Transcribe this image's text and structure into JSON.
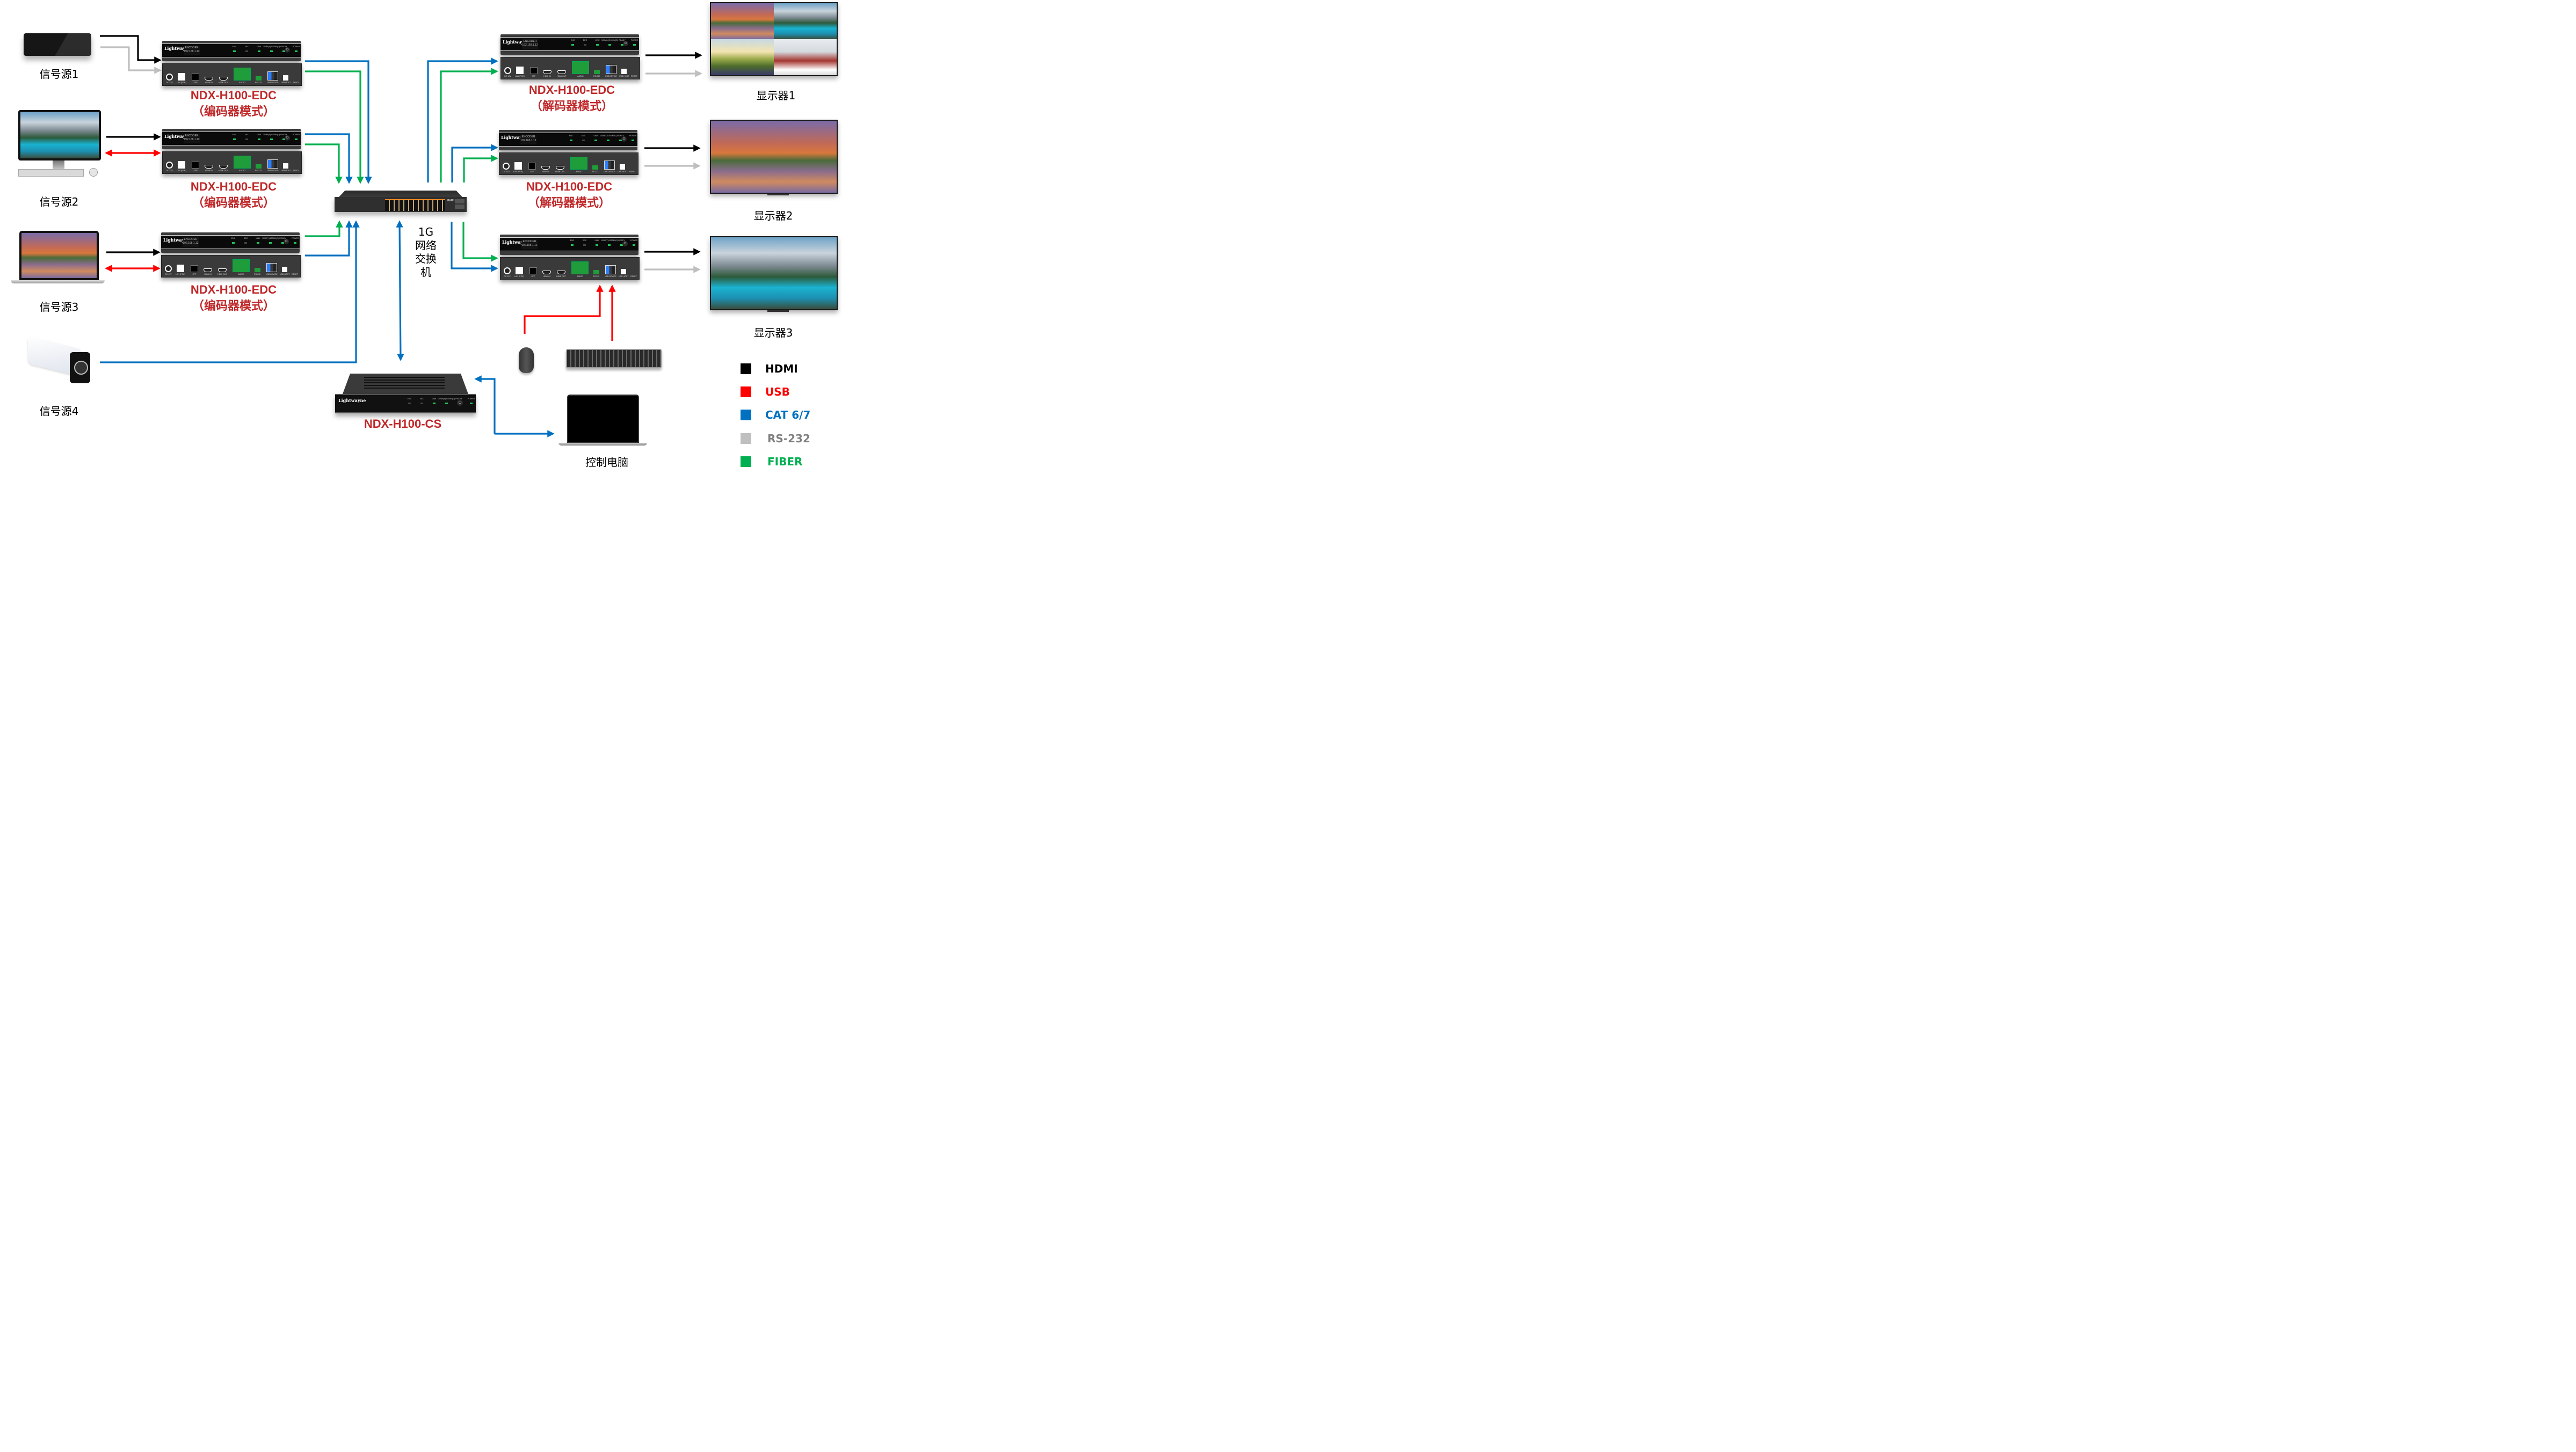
{
  "diagram": {
    "title": "NDX-H100 network AV over IP topology",
    "background": "#FFFFFF"
  },
  "colors": {
    "hdmi": "#000000",
    "usb": "#FF0000",
    "cat": "#0070C0",
    "rs232": "#BFBFBF",
    "rs232_text": "#7F7F7F",
    "fiber": "#00B050",
    "model_label": "#C0282A",
    "led_on": "#22C55E"
  },
  "sources": [
    {
      "id": "src1",
      "label": "信号源1",
      "device": "set-top box"
    },
    {
      "id": "src2",
      "label": "信号源2",
      "device": "desktop computer"
    },
    {
      "id": "src3",
      "label": "信号源3",
      "device": "laptop"
    },
    {
      "id": "src4",
      "label": "信号源4",
      "device": "IP camera"
    }
  ],
  "encoders": [
    {
      "id": "enc1",
      "model": "NDX-H100-EDC",
      "mode": "（编码器模式）"
    },
    {
      "id": "enc2",
      "model": "NDX-H100-EDC",
      "mode": "（编码器模式）"
    },
    {
      "id": "enc3",
      "model": "NDX-H100-EDC",
      "mode": "（编码器模式）"
    }
  ],
  "decoders": [
    {
      "id": "dec1",
      "model": "NDX-H100-EDC",
      "mode": "（解码器模式）"
    },
    {
      "id": "dec2",
      "model": "NDX-H100-EDC",
      "mode": "（解码器模式）"
    },
    {
      "id": "dec3",
      "model": "NDX-H100-EDC",
      "mode": "（解码器模式）"
    }
  ],
  "ndx_unit": {
    "brand": "Lightwayne",
    "brand_cn": "莱特晨恩",
    "lcd_line1": "ENCODER",
    "lcd_line2": "192.168.1.12",
    "leds": [
      {
        "label": "ENC",
        "on": true
      },
      {
        "label": "DEC",
        "on": false
      },
      {
        "label": "LINK",
        "on": true
      },
      {
        "label": "100M(Y)/1000M(G)",
        "on": true
      },
      {
        "label": "READY",
        "on": true
      },
      {
        "label": "POWER",
        "on": true
      }
    ],
    "rear_ports": [
      "DC 12V",
      "LAN (POE)",
      "SFP",
      "HDMI IN",
      "HDMI OUT",
      "AUDIO",
      "RS-232",
      "USB DEVICE",
      "USB HOST",
      "RESET"
    ],
    "audio_pins": [
      "L+",
      "⏚",
      "L-",
      "R+",
      "⏚",
      "R-"
    ],
    "audio_rows": [
      "OUT",
      "IN"
    ],
    "rs232_pins": [
      "TX",
      "⏚",
      "RX"
    ],
    "usb_device_ports": [
      "1",
      "2"
    ]
  },
  "switch": {
    "brand": "MAIPU",
    "label_lines": [
      "1G",
      "网络",
      "交换",
      "机"
    ]
  },
  "controller": {
    "model": "NDX-H100-CS",
    "brand": "Lightwayne",
    "leds": [
      {
        "label": "ENC",
        "on": false
      },
      {
        "label": "DEC",
        "on": false
      },
      {
        "label": "LINK",
        "on": true
      },
      {
        "label": "100M(Y)/1000M(G)",
        "on": true
      },
      {
        "label": "READY",
        "on": true
      },
      {
        "label": "POWER",
        "on": true
      }
    ]
  },
  "control_pc": {
    "label": "控制电脑"
  },
  "peripherals": [
    {
      "id": "mouse",
      "device": "mouse"
    },
    {
      "id": "keyboard",
      "device": "keyboard"
    }
  ],
  "displays": [
    {
      "id": "disp1",
      "label": "显示器1",
      "content": "2x2 video wall"
    },
    {
      "id": "disp2",
      "label": "显示器2",
      "content": "single image"
    },
    {
      "id": "disp3",
      "label": "显示器3",
      "content": "single image"
    }
  ],
  "legend": [
    {
      "key": "hdmi",
      "label": "HDMI"
    },
    {
      "key": "usb",
      "label": "USB"
    },
    {
      "key": "cat",
      "label": "CAT 6/7"
    },
    {
      "key": "rs232",
      "label": "RS-232"
    },
    {
      "key": "fiber",
      "label": "FIBER"
    }
  ],
  "connections": [
    {
      "from": "src1",
      "to": "enc1",
      "type": "hdmi",
      "dir": "forward"
    },
    {
      "from": "src1",
      "to": "enc1",
      "type": "rs232",
      "dir": "forward"
    },
    {
      "from": "src2",
      "to": "enc2",
      "type": "hdmi",
      "dir": "forward"
    },
    {
      "from": "src2",
      "to": "enc2",
      "type": "usb",
      "dir": "both"
    },
    {
      "from": "src3",
      "to": "enc3",
      "type": "hdmi",
      "dir": "forward"
    },
    {
      "from": "src3",
      "to": "enc3",
      "type": "usb",
      "dir": "both"
    },
    {
      "from": "enc1",
      "to": "switch",
      "type": "cat",
      "dir": "forward"
    },
    {
      "from": "enc1",
      "to": "switch",
      "type": "fiber",
      "dir": "forward"
    },
    {
      "from": "enc2",
      "to": "switch",
      "type": "cat",
      "dir": "forward"
    },
    {
      "from": "enc2",
      "to": "switch",
      "type": "fiber",
      "dir": "forward"
    },
    {
      "from": "enc3",
      "to": "switch",
      "type": "cat",
      "dir": "forward"
    },
    {
      "from": "enc3",
      "to": "switch",
      "type": "fiber",
      "dir": "forward"
    },
    {
      "from": "src4",
      "to": "switch",
      "type": "cat",
      "dir": "forward"
    },
    {
      "from": "switch",
      "to": "controller",
      "type": "cat",
      "dir": "both"
    },
    {
      "from": "controller",
      "to": "control_pc",
      "type": "cat",
      "dir": "both"
    },
    {
      "from": "switch",
      "to": "dec1",
      "type": "cat",
      "dir": "forward"
    },
    {
      "from": "switch",
      "to": "dec1",
      "type": "fiber",
      "dir": "forward"
    },
    {
      "from": "switch",
      "to": "dec2",
      "type": "cat",
      "dir": "forward"
    },
    {
      "from": "switch",
      "to": "dec2",
      "type": "fiber",
      "dir": "forward"
    },
    {
      "from": "switch",
      "to": "dec3",
      "type": "cat",
      "dir": "forward"
    },
    {
      "from": "switch",
      "to": "dec3",
      "type": "fiber",
      "dir": "forward"
    },
    {
      "from": "mouse",
      "to": "dec3",
      "type": "usb",
      "dir": "forward"
    },
    {
      "from": "keyboard",
      "to": "dec3",
      "type": "usb",
      "dir": "forward"
    },
    {
      "from": "dec1",
      "to": "disp1",
      "type": "hdmi",
      "dir": "forward"
    },
    {
      "from": "dec1",
      "to": "disp1",
      "type": "rs232",
      "dir": "forward"
    },
    {
      "from": "dec2",
      "to": "disp2",
      "type": "hdmi",
      "dir": "forward"
    },
    {
      "from": "dec2",
      "to": "disp2",
      "type": "rs232",
      "dir": "forward"
    },
    {
      "from": "dec3",
      "to": "disp3",
      "type": "hdmi",
      "dir": "forward"
    },
    {
      "from": "dec3",
      "to": "disp3",
      "type": "rs232",
      "dir": "forward"
    }
  ]
}
